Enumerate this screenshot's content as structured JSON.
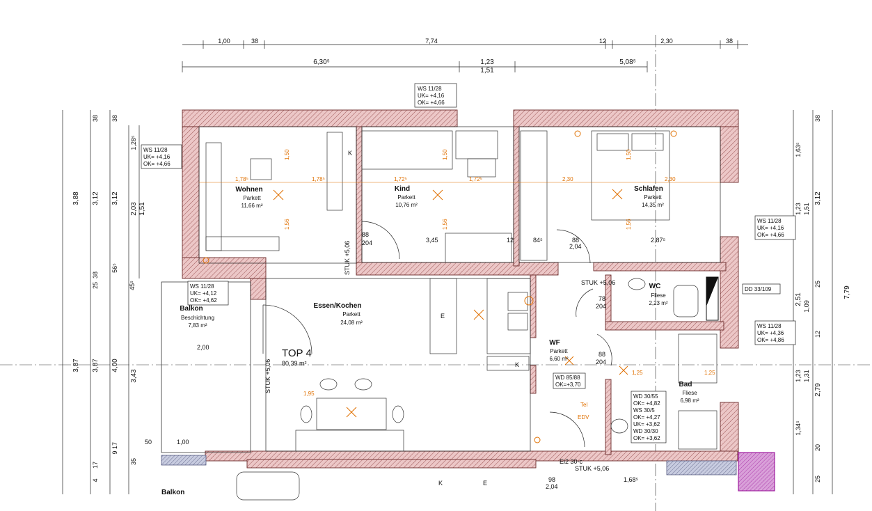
{
  "plan": {
    "unit_name": "TOP 4",
    "unit_area": "80,39 m²",
    "top_dims": {
      "row1": [
        "1,00",
        "38",
        "7,74",
        "12",
        "2,30",
        "38"
      ],
      "row2": [
        "6,30⁵",
        "1,23",
        "5,08⁵"
      ],
      "row2b": "1,51"
    },
    "rooms": [
      {
        "name": "Wohnen",
        "floor": "Parkett",
        "area": "11,66 m²"
      },
      {
        "name": "Kind",
        "floor": "Parkett",
        "area": "10,76 m²"
      },
      {
        "name": "Schlafen",
        "floor": "Parkett",
        "area": "14,35 m²"
      },
      {
        "name": "Essen/Kochen",
        "floor": "Parkett",
        "area": "24,08 m²"
      },
      {
        "name": "Balkon",
        "floor": "Beschichtung",
        "area": "7,83 m²"
      },
      {
        "name": "WC",
        "floor": "Fliese",
        "area": "2,23 m²"
      },
      {
        "name": "WF",
        "floor": "Parkett",
        "area": "6,60 m²"
      },
      {
        "name": "Bad",
        "floor": "Fliese",
        "area": "6,98 m²"
      },
      {
        "name": "Balkon",
        "floor": "",
        "area": ""
      }
    ],
    "windows": [
      {
        "lines": [
          "WS 11/28",
          "UK= +4,16",
          "OK= +4,66"
        ]
      },
      {
        "lines": [
          "WS 11/28",
          "UK= +4,16",
          "OK= +4,66"
        ]
      },
      {
        "lines": [
          "WS 11/28",
          "UK= +4,12",
          "OK= +4,62"
        ]
      },
      {
        "lines": [
          "WS 11/28",
          "UK= +4,16",
          "OK= +4,66"
        ]
      },
      {
        "lines": [
          "WS 11/28",
          "UK= +4,36",
          "OK= +4,86"
        ]
      }
    ],
    "dd_label": "DD 33/109",
    "wd_box": [
      "WD 85/88",
      "OK=+3,70"
    ],
    "bad_box": [
      "WD 30/55",
      "OK= +4,82",
      "WS 30/5",
      "OK= +4,27",
      "UK= +3,62",
      "WD 30/30",
      "OK= +3,62"
    ],
    "door_labels": [
      {
        "w": "88",
        "h": "204"
      },
      {
        "w": "88",
        "h": "2,04"
      },
      {
        "w": "78",
        "h": "204"
      },
      {
        "w": "88",
        "h": "204"
      },
      {
        "w": "98",
        "h": "2,04"
      }
    ],
    "inner_dims": [
      "1,78⁵",
      "1,78⁵",
      "1,72⁵",
      "1,72⁵",
      "2,30",
      "2,30",
      "3,45",
      "12",
      "84⁵",
      "2,87⁵",
      "1,95",
      "2,00",
      "50",
      "1,00",
      "1,25",
      "1,25",
      "1,68⁵",
      "1,50",
      "1,56",
      "1,50",
      "1,56",
      "1,50",
      "1,56"
    ],
    "left_dims": {
      "outer": [
        "3,88",
        "3,87"
      ],
      "second": [
        "38",
        "3,12",
        "38",
        "25",
        "3,87",
        "17",
        "4"
      ],
      "third": [
        "38",
        "3,12",
        "56⁵",
        "45⁵",
        "4,00",
        "3,43",
        "9",
        "17",
        "35"
      ],
      "fourth": [
        "1,28⁵",
        "2,03",
        "1,51"
      ]
    },
    "right_dims": {
      "outer": [
        "7,79"
      ],
      "second": [
        "38",
        "3,12",
        "25",
        "12",
        "2,79",
        "20",
        "25"
      ],
      "third": [
        "1,63⁵",
        "1,23",
        "1,51",
        "2,51",
        "1,09",
        "1,23",
        "1,31",
        "1,34⁵"
      ]
    },
    "misc": [
      "STUK +5,06",
      "STUK +5,06",
      "STUK +5,06",
      "Ei2 30-c",
      "STUK +5,06",
      "Tel",
      "EDV",
      "K",
      "E",
      "K",
      "E",
      "K"
    ],
    "colors": {
      "wall": "#d9a8a8",
      "hatch": "#8a3a3a",
      "electric": "#e07000",
      "magenta": "#c020c0",
      "grid": "#333"
    }
  }
}
